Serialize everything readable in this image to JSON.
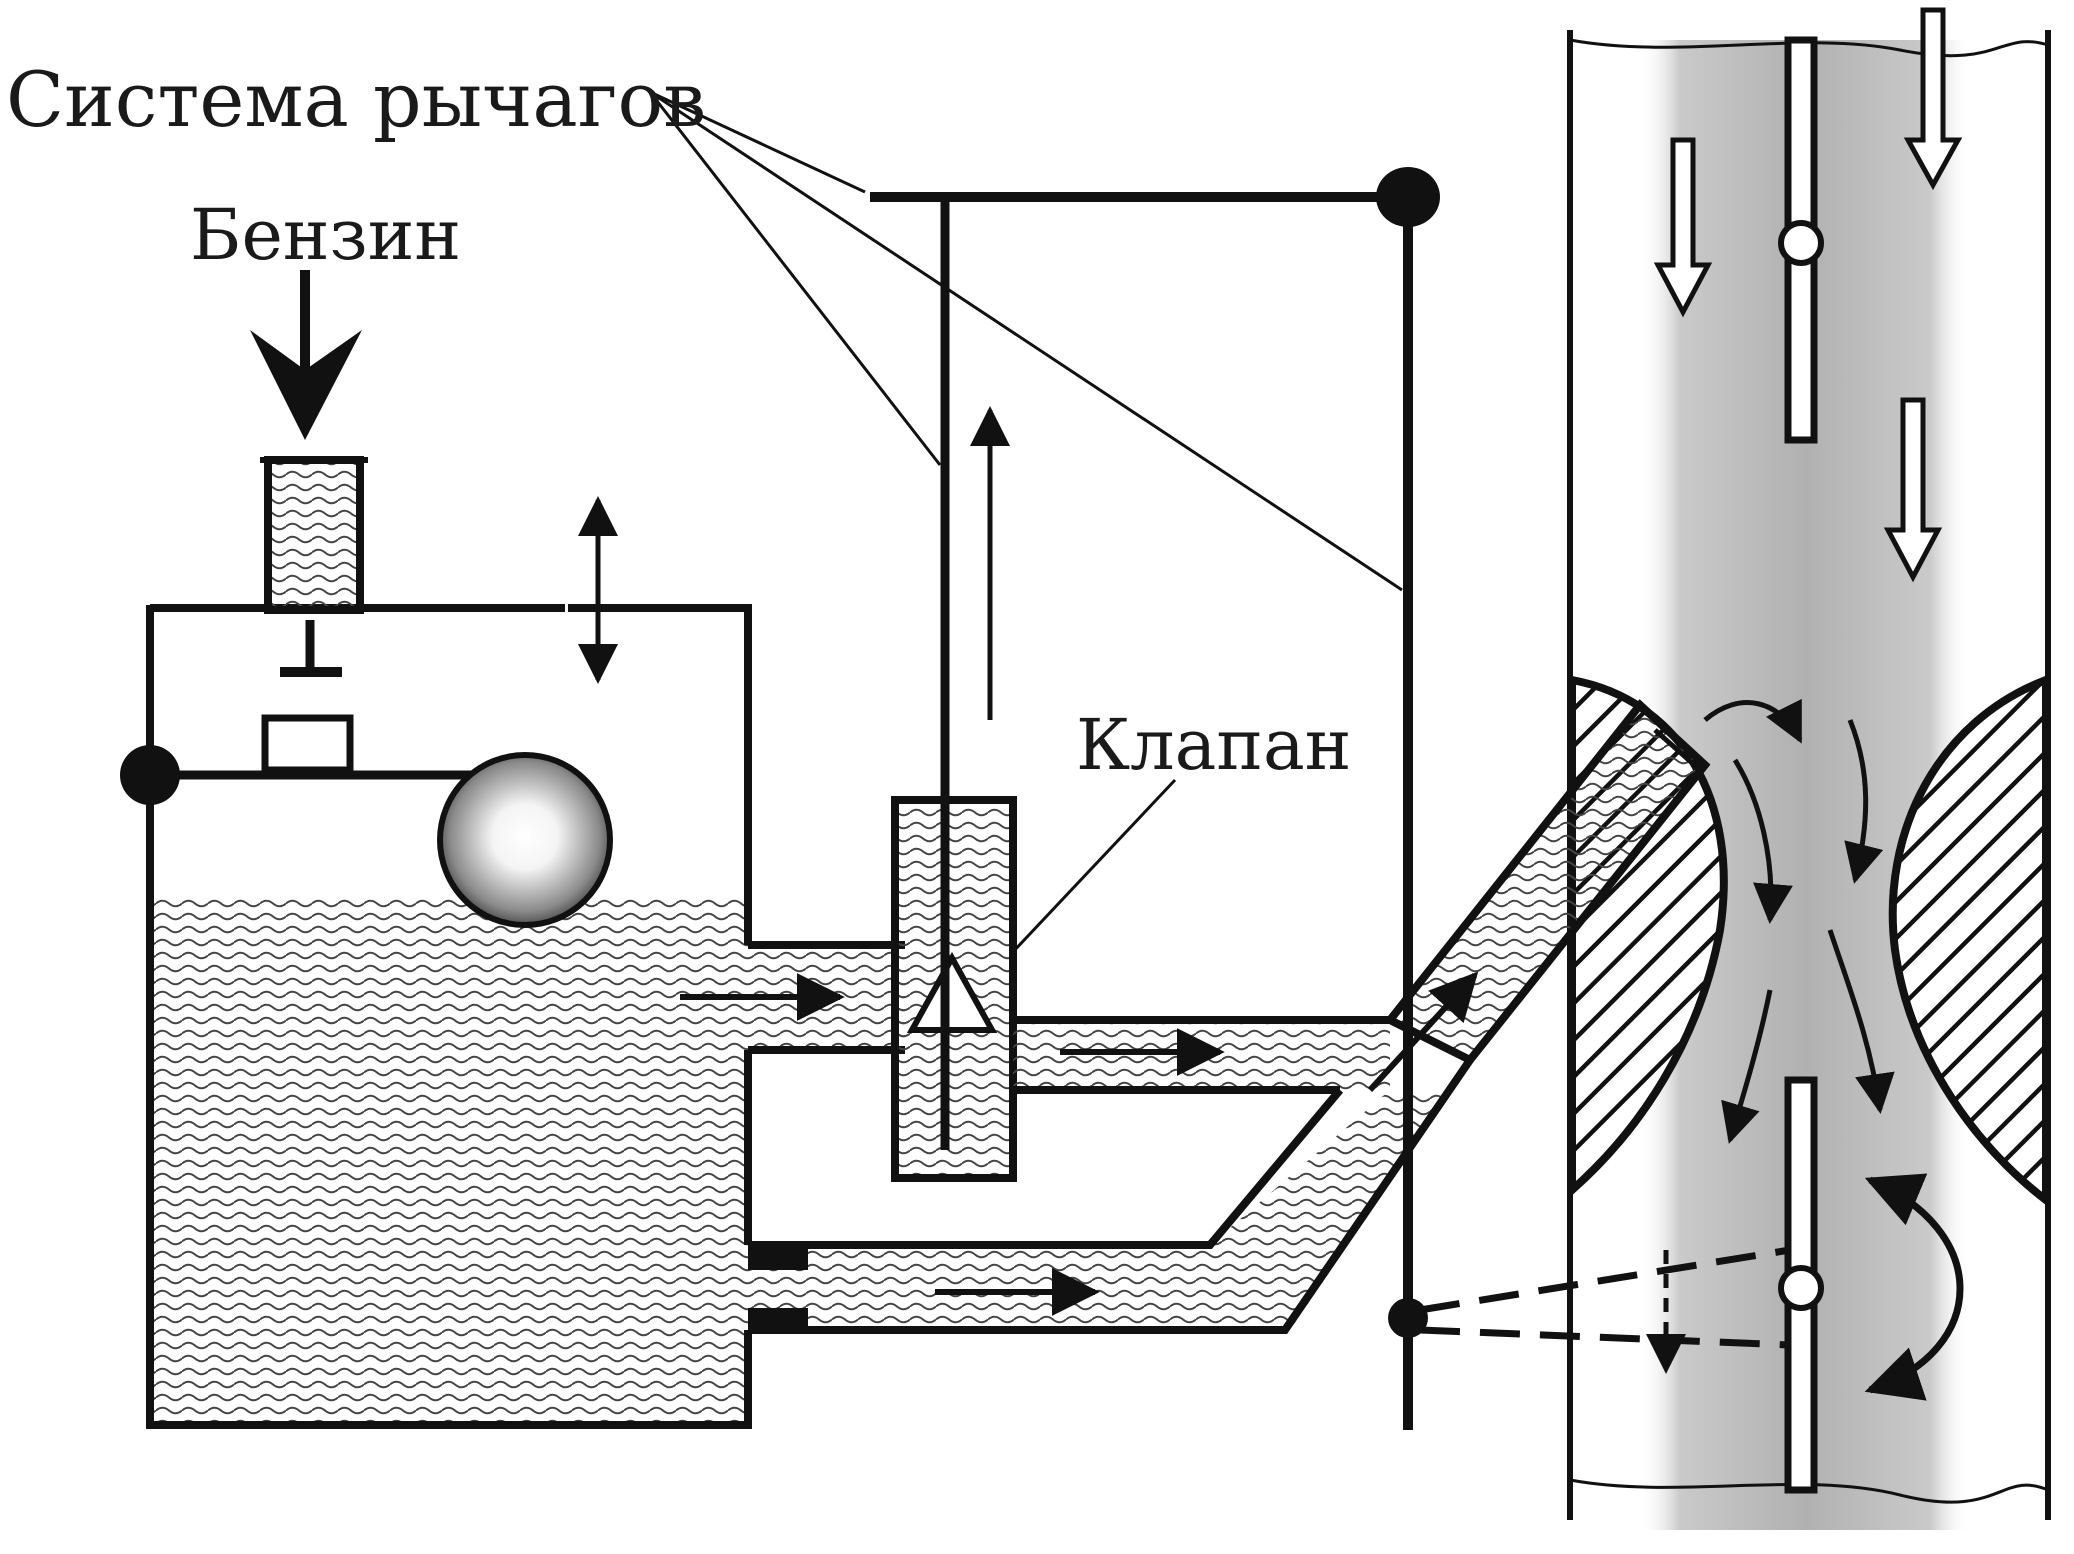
{
  "labels": {
    "levers": "Система рычагов",
    "petrol": "Бензин",
    "valve": "Клапан"
  },
  "colors": {
    "ink": "#111111",
    "background": "#ffffff",
    "air_flow": "#b5b5b5",
    "fuel_wave": "#444444"
  }
}
